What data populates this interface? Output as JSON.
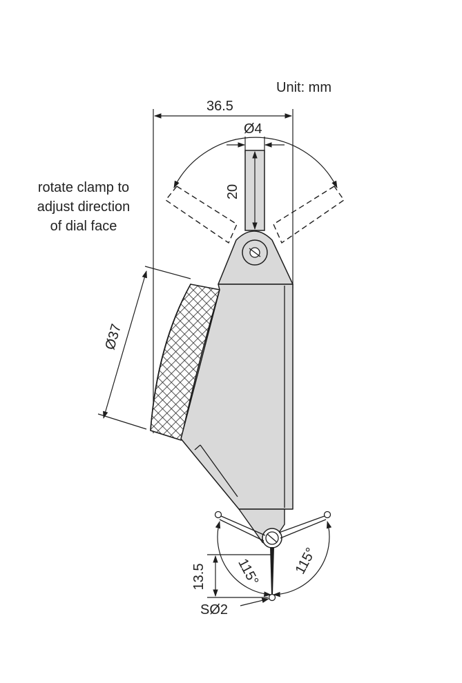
{
  "unit_label": "Unit: mm",
  "note": {
    "line1": "rotate clamp to",
    "line2": "adjust direction",
    "line3": "of dial face"
  },
  "dimensions": {
    "overall_width": "36.5",
    "stem_diameter": "Ø4",
    "stem_length": "20",
    "dial_diameter": "Ø37",
    "tip_offset": "13.5",
    "angle_left": "115°",
    "angle_right": "115°",
    "ball_diameter": "SØ2"
  },
  "colors": {
    "line": "#1e1e1e",
    "body_fill": "#d9d9d9",
    "body_dark": "#bfbfbf",
    "knurl": "#2a2a2a"
  }
}
